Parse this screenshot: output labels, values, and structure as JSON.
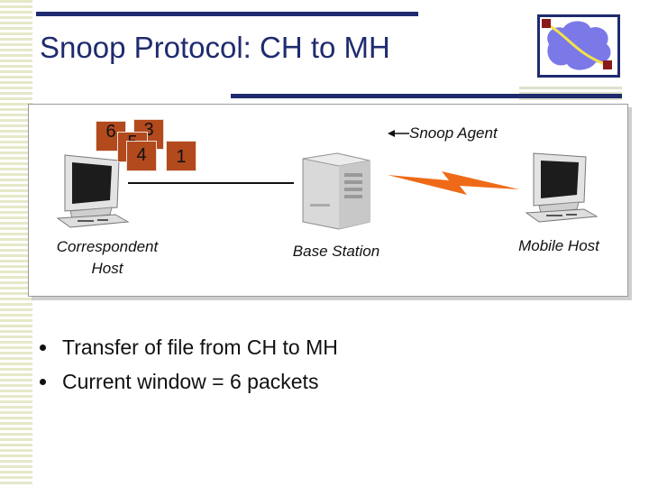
{
  "slide": {
    "title": "Snoop Protocol: CH to MH"
  },
  "diagram": {
    "packets": [
      "6",
      "3",
      "5",
      "4",
      "1"
    ],
    "snoop_agent_label": "Snoop Agent",
    "correspondent_host_label_line1": "Correspondent",
    "correspondent_host_label_line2": "Host",
    "base_station_label": "Base Station",
    "mobile_host_label": "Mobile Host"
  },
  "bullets": [
    "Transfer of file from CH to MH",
    "Current window = 6 packets"
  ],
  "colors": {
    "title": "#1f2b6e",
    "packet": "#b24a1e",
    "wireless": "#ef6a18",
    "logo_cloud": "#7b78e8"
  }
}
